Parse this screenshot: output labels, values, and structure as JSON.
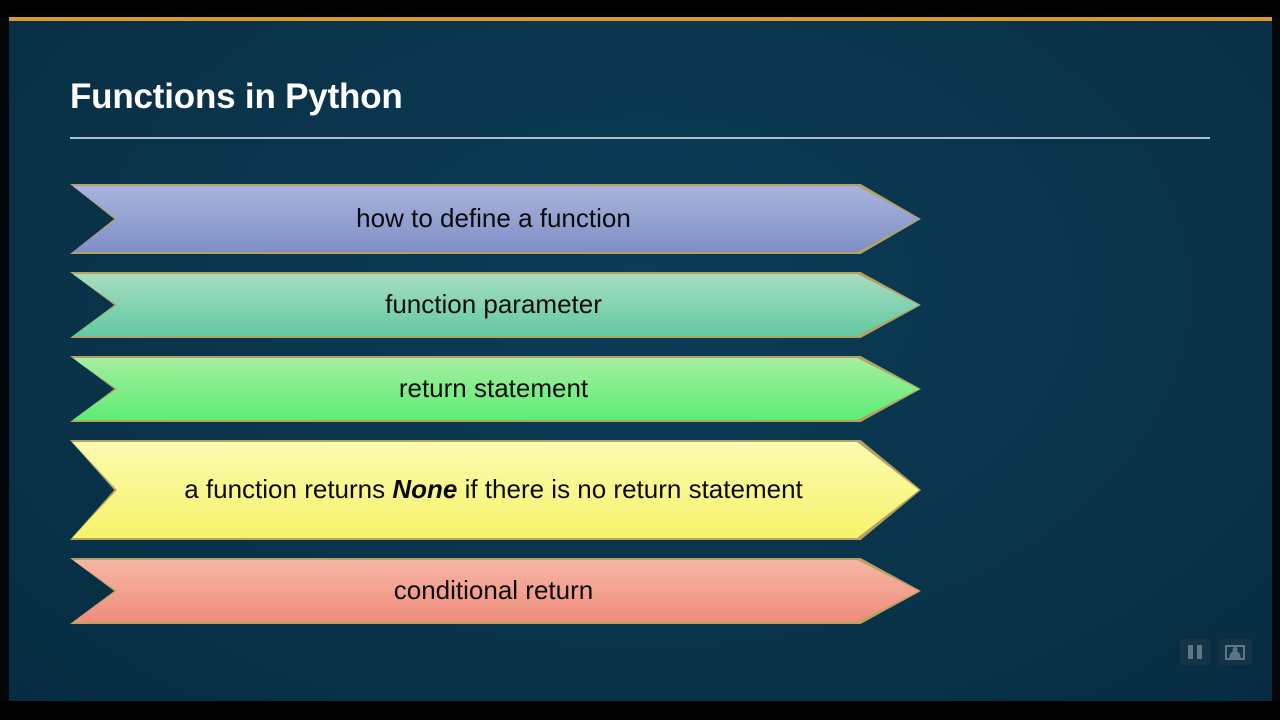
{
  "slide": {
    "title": "Functions in Python",
    "background_color": "#093349",
    "accent_color": "#d99a2b",
    "rule_color": "#aebfcb",
    "title_color": "#ffffff"
  },
  "chevrons": [
    {
      "id": "how-to-define-a-function",
      "text": "how to define a function",
      "emphasis": "",
      "text_after": "",
      "fill_top": "#a9b4de",
      "fill_bottom": "#7f8fc4",
      "border_color": "#b5a160",
      "height_class": "ch-h70"
    },
    {
      "id": "function-parameter",
      "text": "function parameter",
      "emphasis": "",
      "text_after": "",
      "fill_top": "#a6ddbf",
      "fill_bottom": "#63c9a2",
      "border_color": "#b5a160",
      "height_class": "ch-h66"
    },
    {
      "id": "return-statement",
      "text": "return statement",
      "emphasis": "",
      "text_after": "",
      "fill_top": "#a5eea0",
      "fill_bottom": "#5ced74",
      "border_color": "#b5a160",
      "height_class": "ch-h66"
    },
    {
      "id": "a-function-returns-none",
      "text": "a function returns ",
      "emphasis": "None",
      "text_after": " if there is no return statement",
      "fill_top": "#fbfbb0",
      "fill_bottom": "#f7f36a",
      "border_color": "#b5a160",
      "height_class": "ch-h100"
    },
    {
      "id": "conditional-return",
      "text": "conditional return",
      "emphasis": "",
      "text_after": "",
      "fill_top": "#f6b5a4",
      "fill_bottom": "#f08d7c",
      "border_color": "#b5a160",
      "height_class": "ch-h66"
    }
  ],
  "player": {
    "pause_icon": "pause-icon",
    "presenter_view_icon": "presenter-view-icon"
  }
}
